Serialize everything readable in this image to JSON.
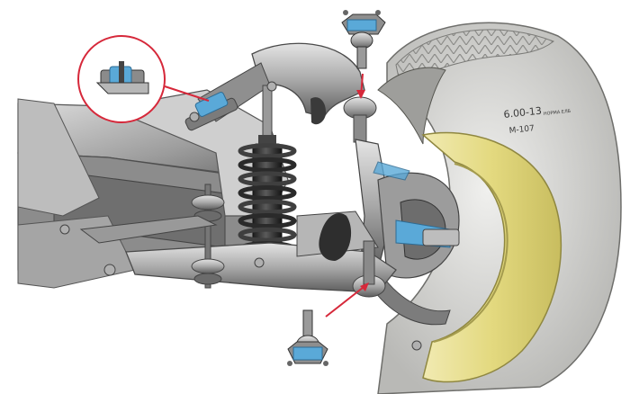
{
  "tire": {
    "size_label": "6.00-13",
    "norm_label": "НОРМА ЕЛБ",
    "model_label": "М-107"
  },
  "colors": {
    "background": "#ffffff",
    "metal_dark": "#3c3c3c",
    "metal_mid": "#8a8a8a",
    "metal_light": "#c9c9c9",
    "tire": "#d9d9d6",
    "rim": "#e6dc88",
    "cutaway_blue": "#5aa9d8",
    "pointer_red": "#d6283a"
  },
  "callouts": [
    {
      "name": "upper-pivot-detail"
    },
    {
      "name": "upper-ball-joint-detail"
    },
    {
      "name": "lower-ball-joint-detail"
    }
  ]
}
